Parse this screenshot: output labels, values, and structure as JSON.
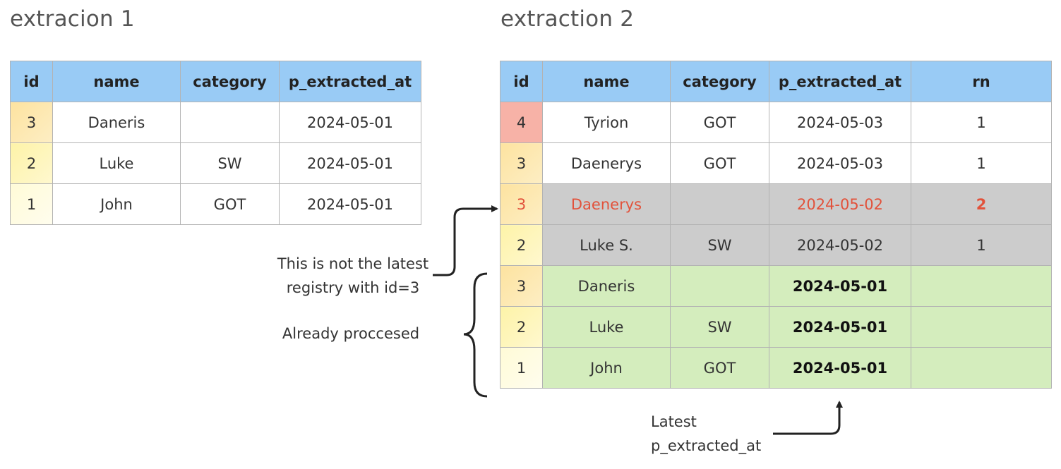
{
  "titles": {
    "left": "extracion 1",
    "right": "extraction 2"
  },
  "table1": {
    "headers": [
      "id",
      "name",
      "category",
      "p_extracted_at"
    ],
    "rows": [
      [
        "3",
        "Daneris",
        "",
        "2024-05-01"
      ],
      [
        "2",
        "Luke",
        "SW",
        "2024-05-01"
      ],
      [
        "1",
        "John",
        "GOT",
        "2024-05-01"
      ]
    ]
  },
  "table2": {
    "headers": [
      "id",
      "name",
      "category",
      "p_extracted_at",
      "rn"
    ],
    "rows": [
      [
        "4",
        "Tyrion",
        "GOT",
        "2024-05-03",
        "1"
      ],
      [
        "3",
        "Daenerys",
        "GOT",
        "2024-05-03",
        "1"
      ],
      [
        "3",
        "Daenerys",
        "",
        "2024-05-02",
        "2"
      ],
      [
        "2",
        "Luke S.",
        "SW",
        "2024-05-02",
        "1"
      ],
      [
        "3",
        "Daneris",
        "",
        "2024-05-01",
        ""
      ],
      [
        "2",
        "Luke",
        "SW",
        "2024-05-01",
        ""
      ],
      [
        "1",
        "John",
        "GOT",
        "2024-05-01",
        ""
      ]
    ]
  },
  "notes": {
    "not_latest_line1": "This is not the latest",
    "not_latest_line2": "registry with id=3",
    "already_processed": "Already proccesed",
    "latest_line1": "Latest",
    "latest_line2": "p_extracted_at"
  },
  "colors": {
    "header": "#99cbf5",
    "highlight_text": "#e2523b",
    "gray_row": "#cccccc",
    "green_row": "#d4edbd"
  }
}
